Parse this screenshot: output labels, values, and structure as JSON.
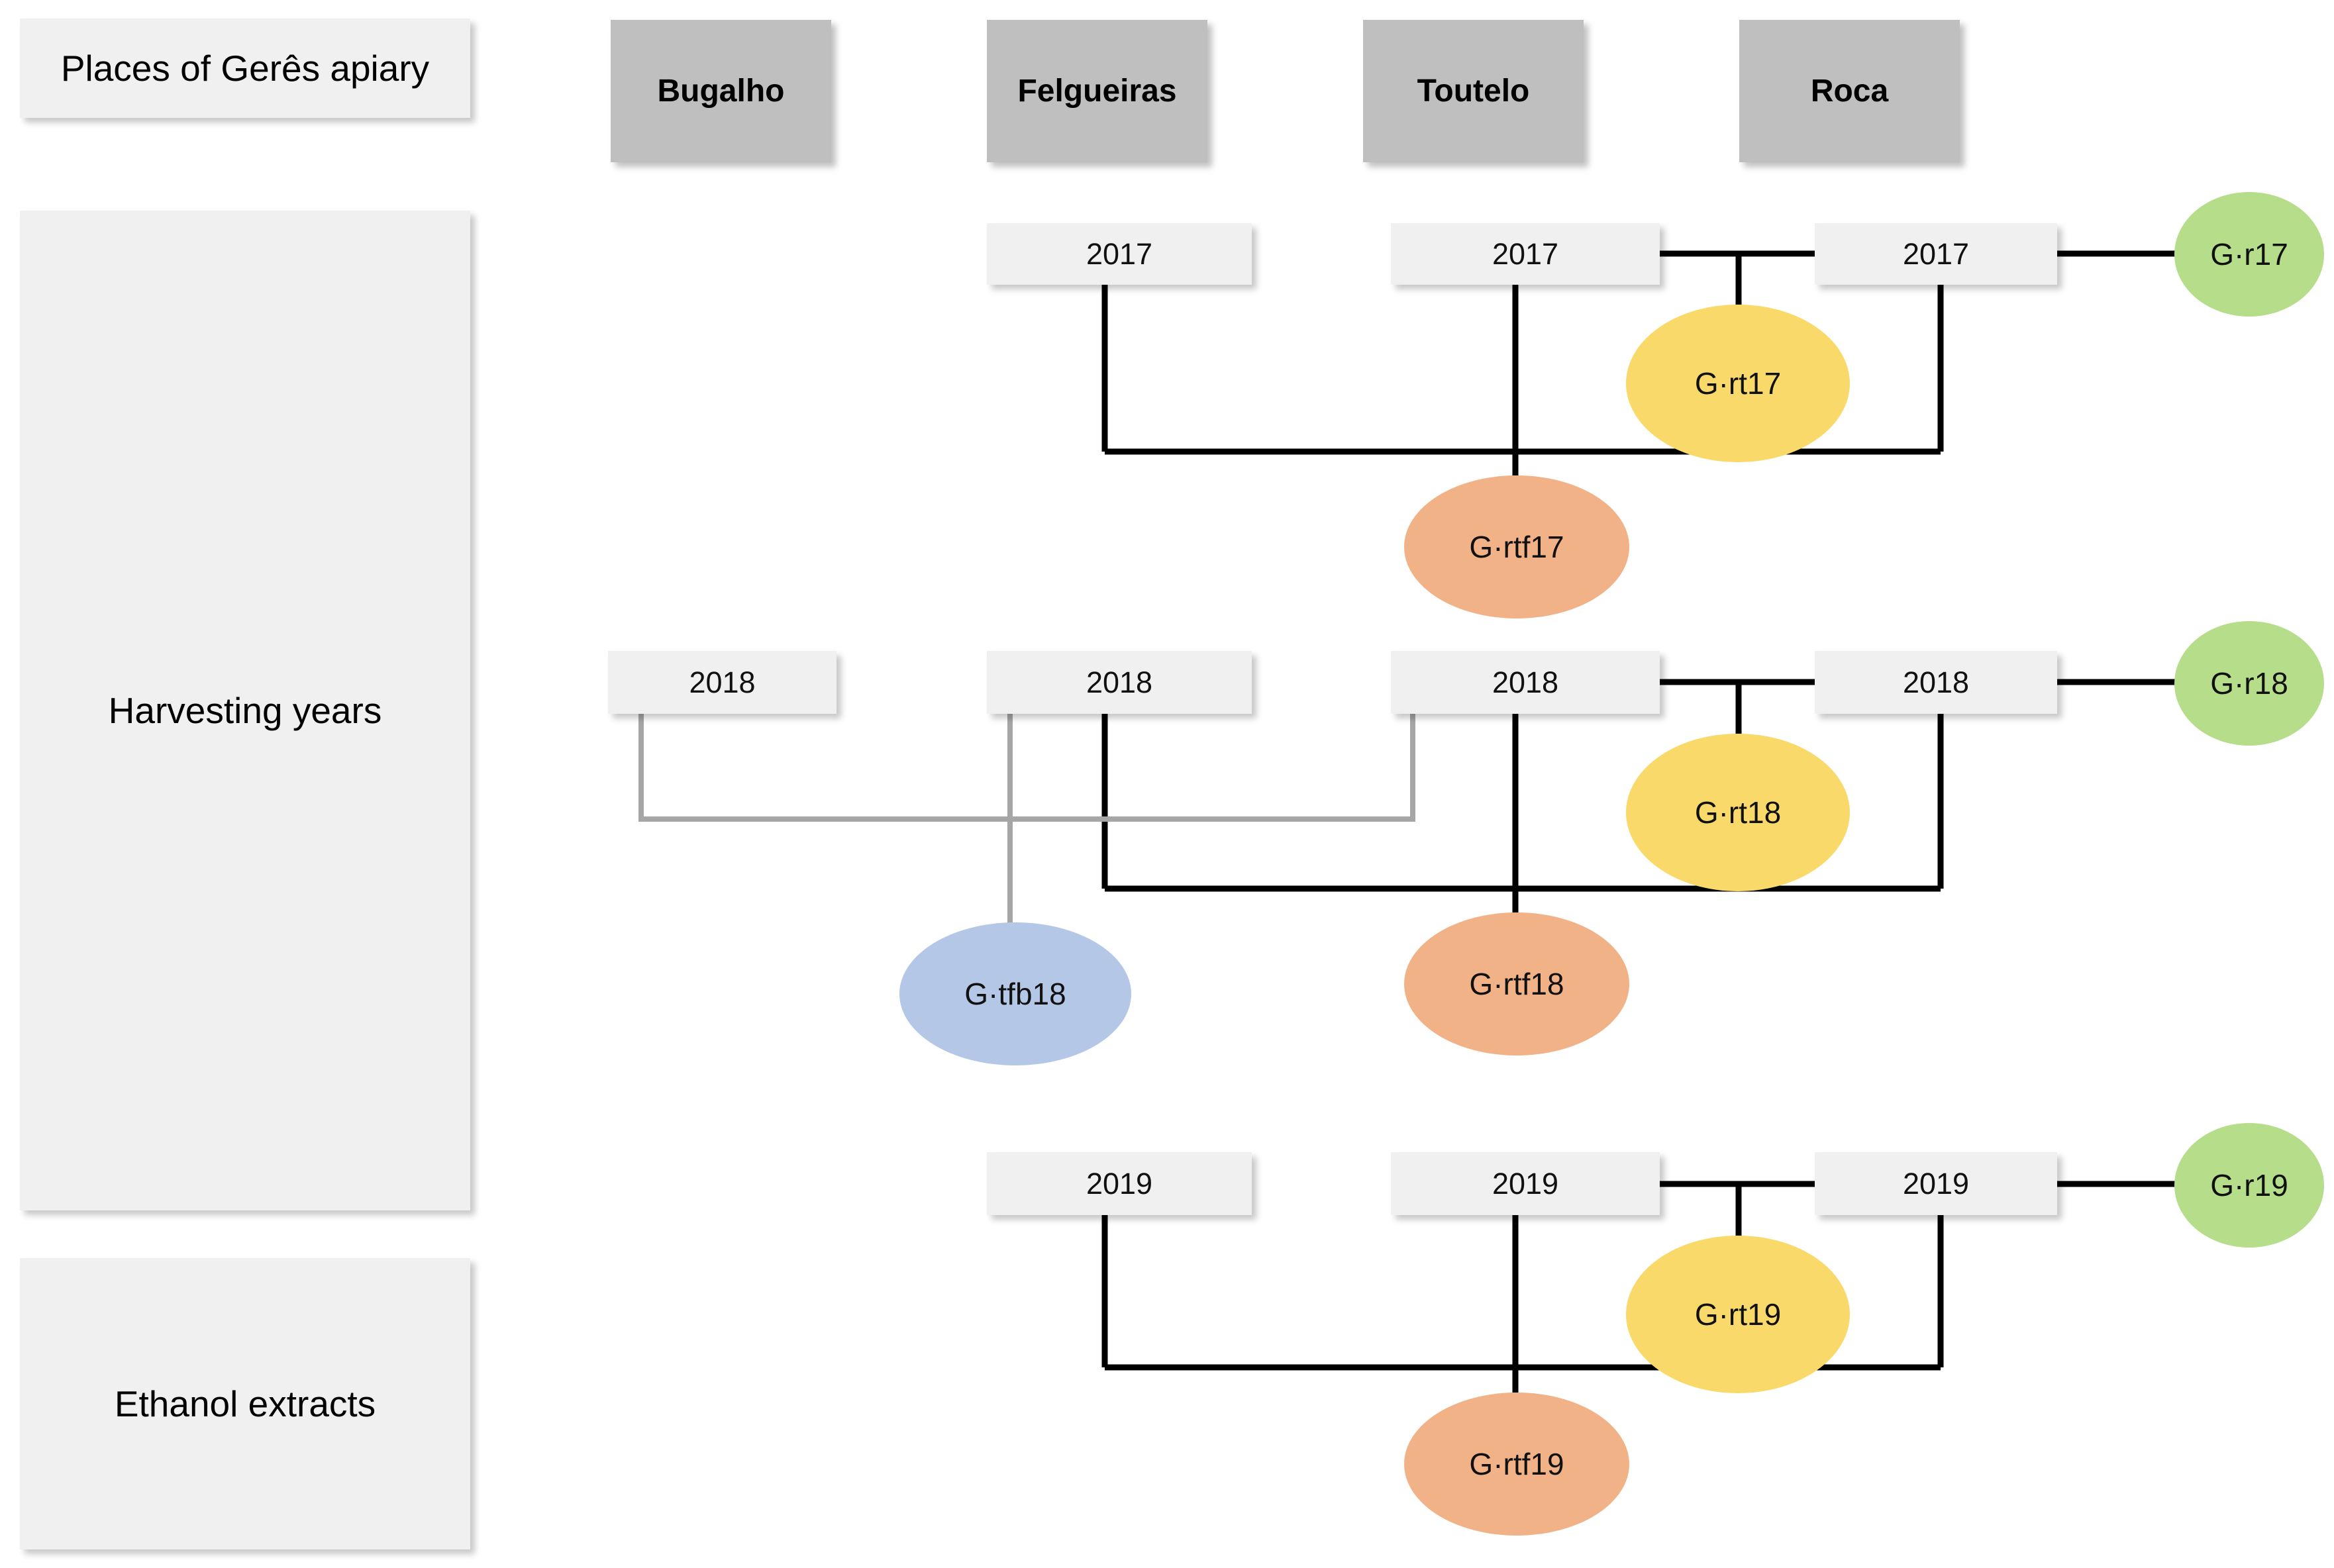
{
  "colors": {
    "place_header_bg": "#bfbfbf",
    "label_box_bg": "#f0f0f0",
    "year_box_bg": "#f0f0f0",
    "ellipse_green": "#b5dd8a",
    "ellipse_yellow": "#f9d96a",
    "ellipse_orange": "#f2b287",
    "ellipse_blue": "#b4c7e7",
    "connector_black": "#000000",
    "connector_gray": "#a6a6a6"
  },
  "row_labels": {
    "places": "Places of Gerês apiary",
    "years": "Harvesting years",
    "extracts": "Ethanol extracts"
  },
  "places": [
    {
      "name": "Bugalho"
    },
    {
      "name": "Felgueiras"
    },
    {
      "name": "Toutelo"
    },
    {
      "name": "Roca"
    }
  ],
  "years_2017": {
    "felgueiras": "2017",
    "toutelo": "2017",
    "roca": "2017"
  },
  "years_2018": {
    "bugalho": "2018",
    "felgueiras": "2018",
    "toutelo": "2018",
    "roca": "2018"
  },
  "years_2019": {
    "felgueiras": "2019",
    "toutelo": "2019",
    "roca": "2019"
  },
  "extracts": {
    "g_r17": "G·r17",
    "g_rt17": "G·rt17",
    "g_rtf17": "G·rtf17",
    "g_r18": "G·r18",
    "g_rt18": "G·rt18",
    "g_rtf18": "G·rtf18",
    "g_tfb18": "G·tfb18",
    "g_r19": "G·r19",
    "g_rt19": "G·rt19",
    "g_rtf19": "G·rtf19"
  }
}
